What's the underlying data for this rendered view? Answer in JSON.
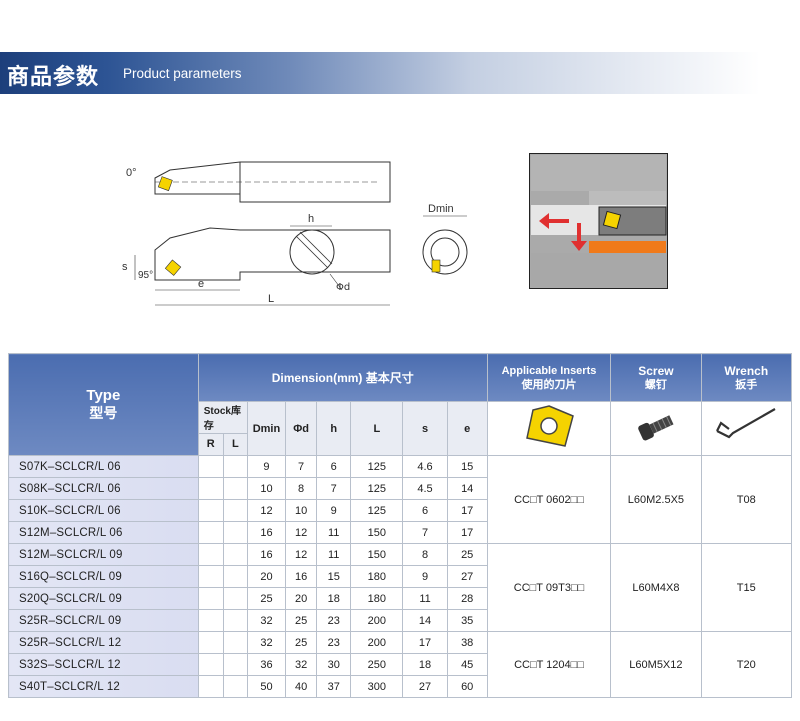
{
  "header": {
    "title_cn": "商品参数",
    "title_en": "Product parameters"
  },
  "drawing": {
    "angle_top": "0°",
    "angle_bottom": "95°",
    "label_h": "h",
    "label_dmin": "Dmin",
    "label_s": "s",
    "label_e": "e",
    "label_L": "L",
    "label_phid": "Φd"
  },
  "table": {
    "type_header_en": "Type",
    "type_header_cn": "型号",
    "dimension_header": "Dimension(mm) 基本尺寸",
    "inserts_header_en": "Applicable Inserts",
    "inserts_header_cn": "使用的刀片",
    "screw_header_en": "Screw",
    "screw_header_cn": "螺钉",
    "wrench_header_en": "Wrench",
    "wrench_header_cn": "扳手",
    "stock_label": "Stock库存",
    "stock_r": "R",
    "stock_l": "L",
    "col_dmin": "Dmin",
    "col_phid": "Φd",
    "col_h": "h",
    "col_L": "L",
    "col_s": "s",
    "col_e": "e",
    "rows": [
      {
        "type": "S07K–SCLCR/L 06",
        "dmin": "9",
        "d": "7",
        "h": "6",
        "L": "125",
        "s": "4.6",
        "e": "15"
      },
      {
        "type": "S08K–SCLCR/L 06",
        "dmin": "10",
        "d": "8",
        "h": "7",
        "L": "125",
        "s": "4.5",
        "e": "14"
      },
      {
        "type": "S10K–SCLCR/L 06",
        "dmin": "12",
        "d": "10",
        "h": "9",
        "L": "125",
        "s": "6",
        "e": "17"
      },
      {
        "type": "S12M–SCLCR/L 06",
        "dmin": "16",
        "d": "12",
        "h": "11",
        "L": "150",
        "s": "7",
        "e": "17"
      },
      {
        "type": "S12M–SCLCR/L 09",
        "dmin": "16",
        "d": "12",
        "h": "11",
        "L": "150",
        "s": "8",
        "e": "25"
      },
      {
        "type": "S16Q–SCLCR/L 09",
        "dmin": "20",
        "d": "16",
        "h": "15",
        "L": "180",
        "s": "9",
        "e": "27"
      },
      {
        "type": "S20Q–SCLCR/L 09",
        "dmin": "25",
        "d": "20",
        "h": "18",
        "L": "180",
        "s": "11",
        "e": "28"
      },
      {
        "type": "S25R–SCLCR/L 09",
        "dmin": "32",
        "d": "25",
        "h": "23",
        "L": "200",
        "s": "14",
        "e": "35"
      },
      {
        "type": "S25R–SCLCR/L 12",
        "dmin": "32",
        "d": "25",
        "h": "23",
        "L": "200",
        "s": "17",
        "e": "38"
      },
      {
        "type": "S32S–SCLCR/L 12",
        "dmin": "36",
        "d": "32",
        "h": "30",
        "L": "250",
        "s": "18",
        "e": "45"
      },
      {
        "type": "S40T–SCLCR/L 12",
        "dmin": "50",
        "d": "40",
        "h": "37",
        "L": "300",
        "s": "27",
        "e": "60"
      }
    ],
    "groups": [
      {
        "insert": "CC□T 0602□□",
        "screw": "L60M2.5X5",
        "wrench": "T08"
      },
      {
        "insert": "CC□T 09T3□□",
        "screw": "L60M4X8",
        "wrench": "T15"
      },
      {
        "insert": "CC□T 1204□□",
        "screw": "L60M5X12",
        "wrench": "T20"
      }
    ]
  },
  "colors": {
    "header_blue": "#2d5494",
    "table_header": "#5a78b8",
    "type_bg": "#dde1f3",
    "insert_yellow": "#f5d300",
    "photo_orange": "#f07a1a",
    "photo_red": "#e03030"
  }
}
